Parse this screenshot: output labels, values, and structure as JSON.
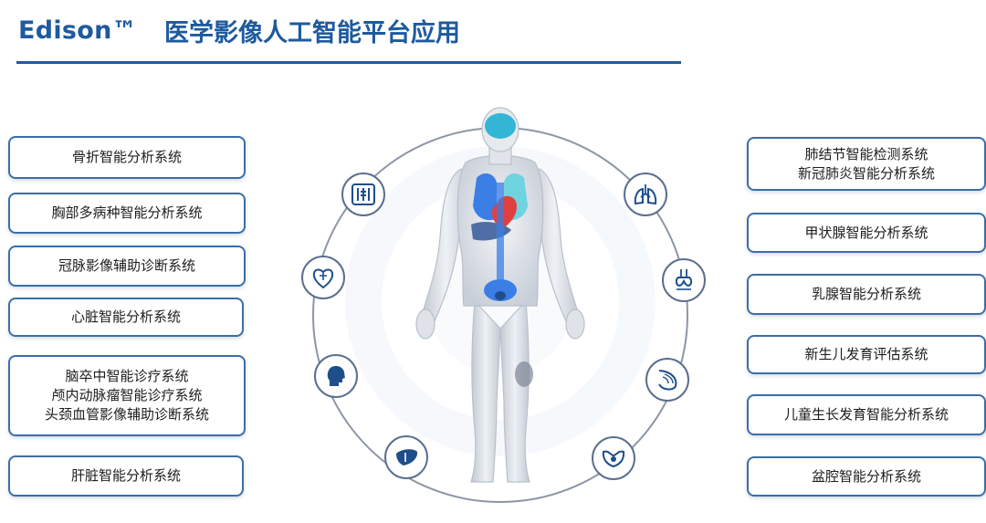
{
  "header": {
    "brand": "Edison™",
    "title": "医学影像人工智能平台应用"
  },
  "left_systems": [
    {
      "lines": [
        "骨折智能分析系统"
      ]
    },
    {
      "lines": [
        "胸部多病种智能分析系统"
      ]
    },
    {
      "lines": [
        "冠脉影像辅助诊断系统"
      ]
    },
    {
      "lines": [
        "心脏智能分析系统"
      ]
    },
    {
      "lines": [
        "脑卒中智能诊疗系统",
        "颅内动脉瘤智能诊疗系统",
        "头颈血管影像辅助诊断系统"
      ]
    },
    {
      "lines": [
        "肝脏智能分析系统"
      ]
    }
  ],
  "right_systems": [
    {
      "lines": [
        "肺结节智能检测系统",
        "新冠肺炎智能分析系统"
      ]
    },
    {
      "lines": [
        "甲状腺智能分析系统"
      ]
    },
    {
      "lines": [
        "乳腺智能分析系统"
      ]
    },
    {
      "lines": [
        "新生儿发育评估系统"
      ]
    },
    {
      "lines": [
        "儿童生长发育智能分析系统"
      ]
    },
    {
      "lines": [
        "盆腔智能分析系统"
      ]
    }
  ],
  "icons": [
    {
      "name": "chest-xray-icon"
    },
    {
      "name": "heart-icon"
    },
    {
      "name": "head-icon"
    },
    {
      "name": "liver-icon"
    },
    {
      "name": "lungs-icon"
    },
    {
      "name": "thyroid-icon"
    },
    {
      "name": "breast-icon"
    },
    {
      "name": "pelvis-icon"
    }
  ],
  "colors": {
    "brand_blue": "#1e5a9e",
    "box_border": "#3b6ea8",
    "icon_blue": "#1e4e8c",
    "organ_blue": "#3a7ee6",
    "brain_cyan": "#33b6d6",
    "heart_red": "#e0403f"
  }
}
